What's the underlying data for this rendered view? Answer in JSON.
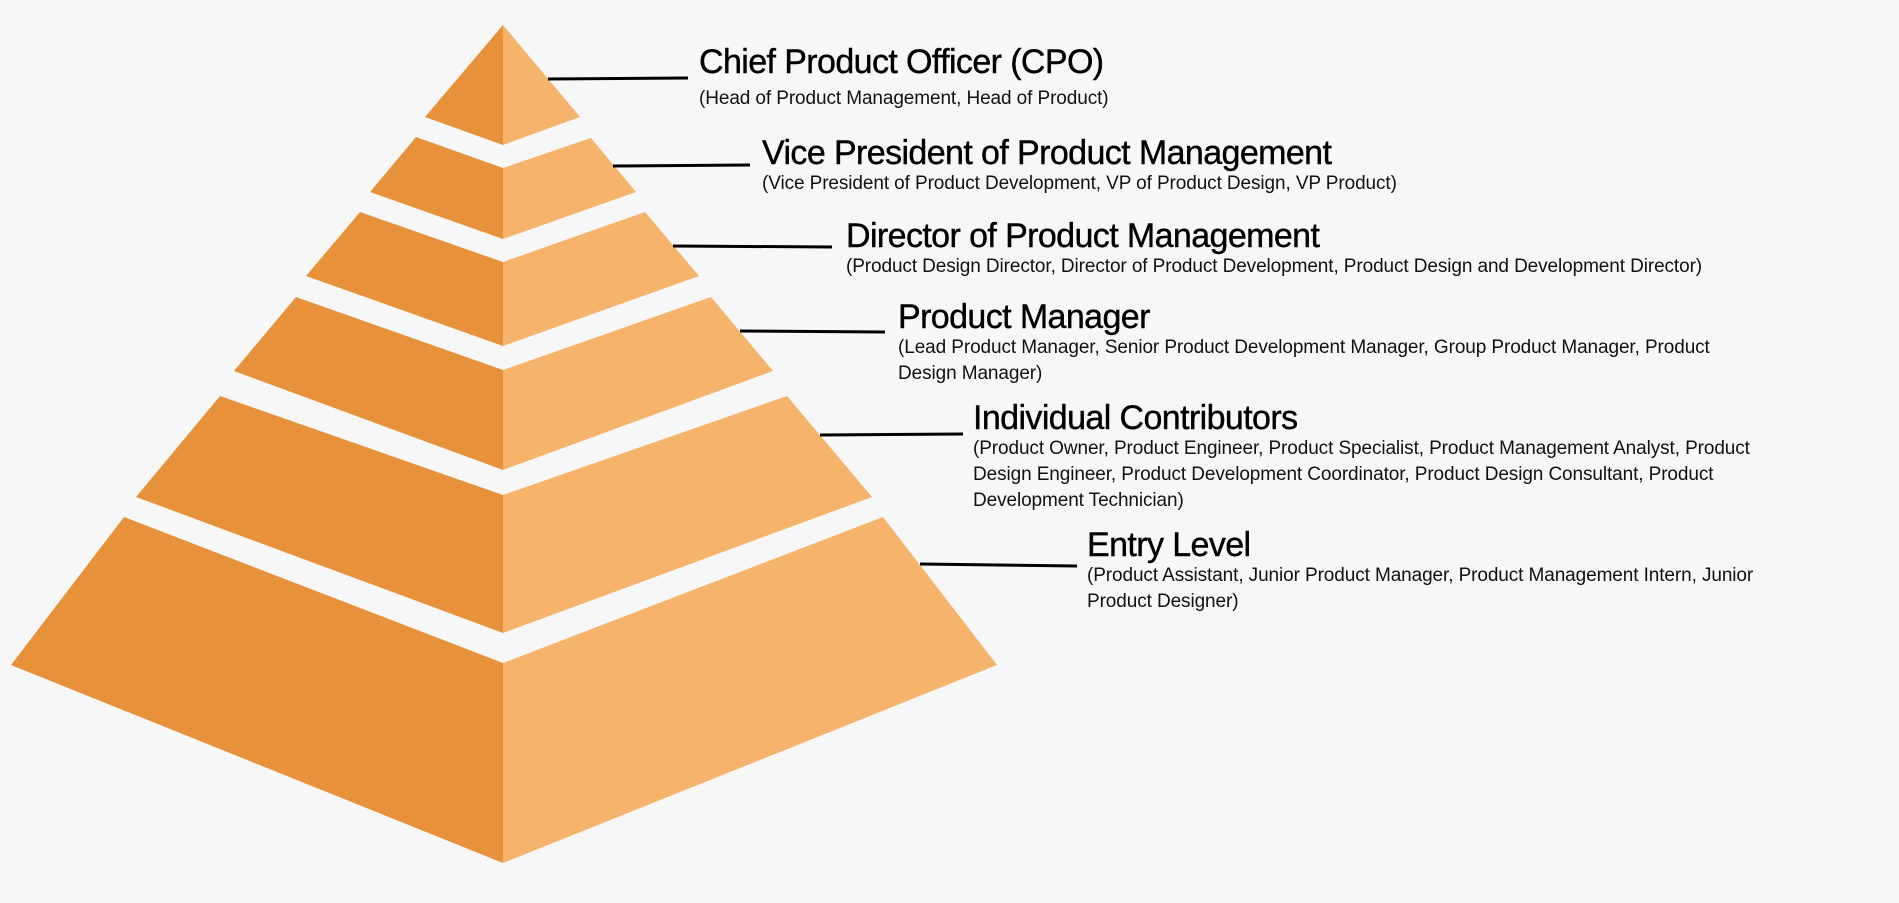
{
  "colors": {
    "background": "#F7F7F7",
    "tier_left_face": "#E7923A",
    "tier_right_face": "#F6B36B",
    "leader_line": "#000000"
  },
  "pyramid": {
    "tiers": [
      {
        "title": "Chief Product Officer (CPO)",
        "subtitle_lines": [
          "(Head of Product Management, Head of Product)"
        ]
      },
      {
        "title": "Vice President of Product Management",
        "subtitle_lines": [
          "(Vice President of Product Development, VP of Product Design, VP Product)"
        ]
      },
      {
        "title": "Director of Product Management",
        "subtitle_lines": [
          "(Product Design Director, Director of Product Development, Product Design and Development Director)"
        ]
      },
      {
        "title": "Product Manager",
        "subtitle_lines": [
          "(Lead Product Manager, Senior Product Development Manager, Group Product Manager, Product",
          "Design Manager)"
        ]
      },
      {
        "title": "Individual Contributors",
        "subtitle_lines": [
          "(Product Owner, Product Engineer, Product Specialist, Product Management Analyst, Product",
          "Design Engineer, Product Development Coordinator, Product Design Consultant, Product",
          "Development Technician)"
        ]
      },
      {
        "title": "Entry Level",
        "subtitle_lines": [
          "(Product Assistant, Junior Product Manager, Product Management Intern, Junior",
          "Product Designer)"
        ]
      }
    ]
  }
}
